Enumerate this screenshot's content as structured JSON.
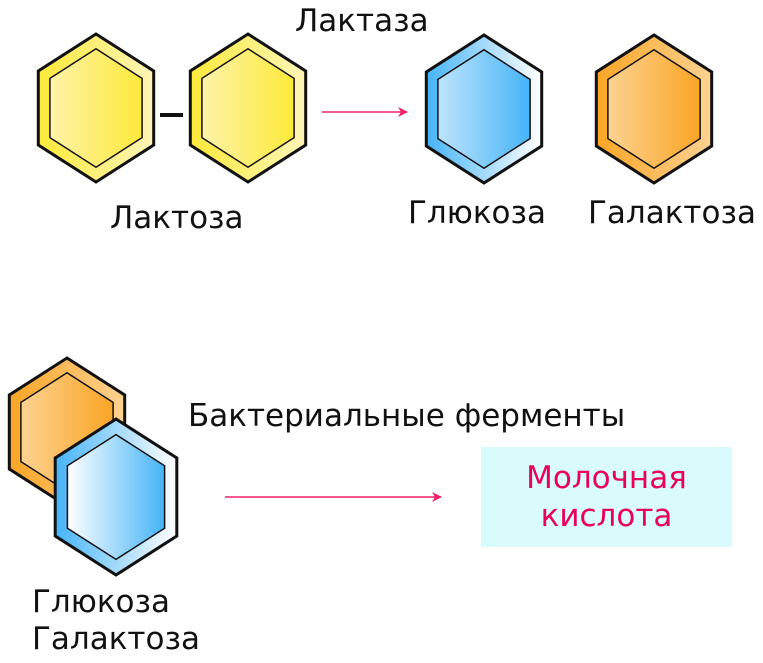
{
  "enzyme_label": "Лактаза",
  "lactose_label": "Лактоза",
  "glucose_label": "Глюкоза",
  "galactose_label": "Галактоза",
  "bacterial_label": "Бактериальные ферменты",
  "result": {
    "line1": "Молочная",
    "line2": "кислота"
  },
  "bottom_labels": {
    "glucose": "Глюкоза",
    "galactose": "Галактоза"
  },
  "colors": {
    "yellow": "#fde93a",
    "blue": "#45b4f7",
    "orange": "#faa525",
    "arrow": "#f0206a",
    "result_text": "#e8005a",
    "result_box": "#d9fbfc"
  }
}
